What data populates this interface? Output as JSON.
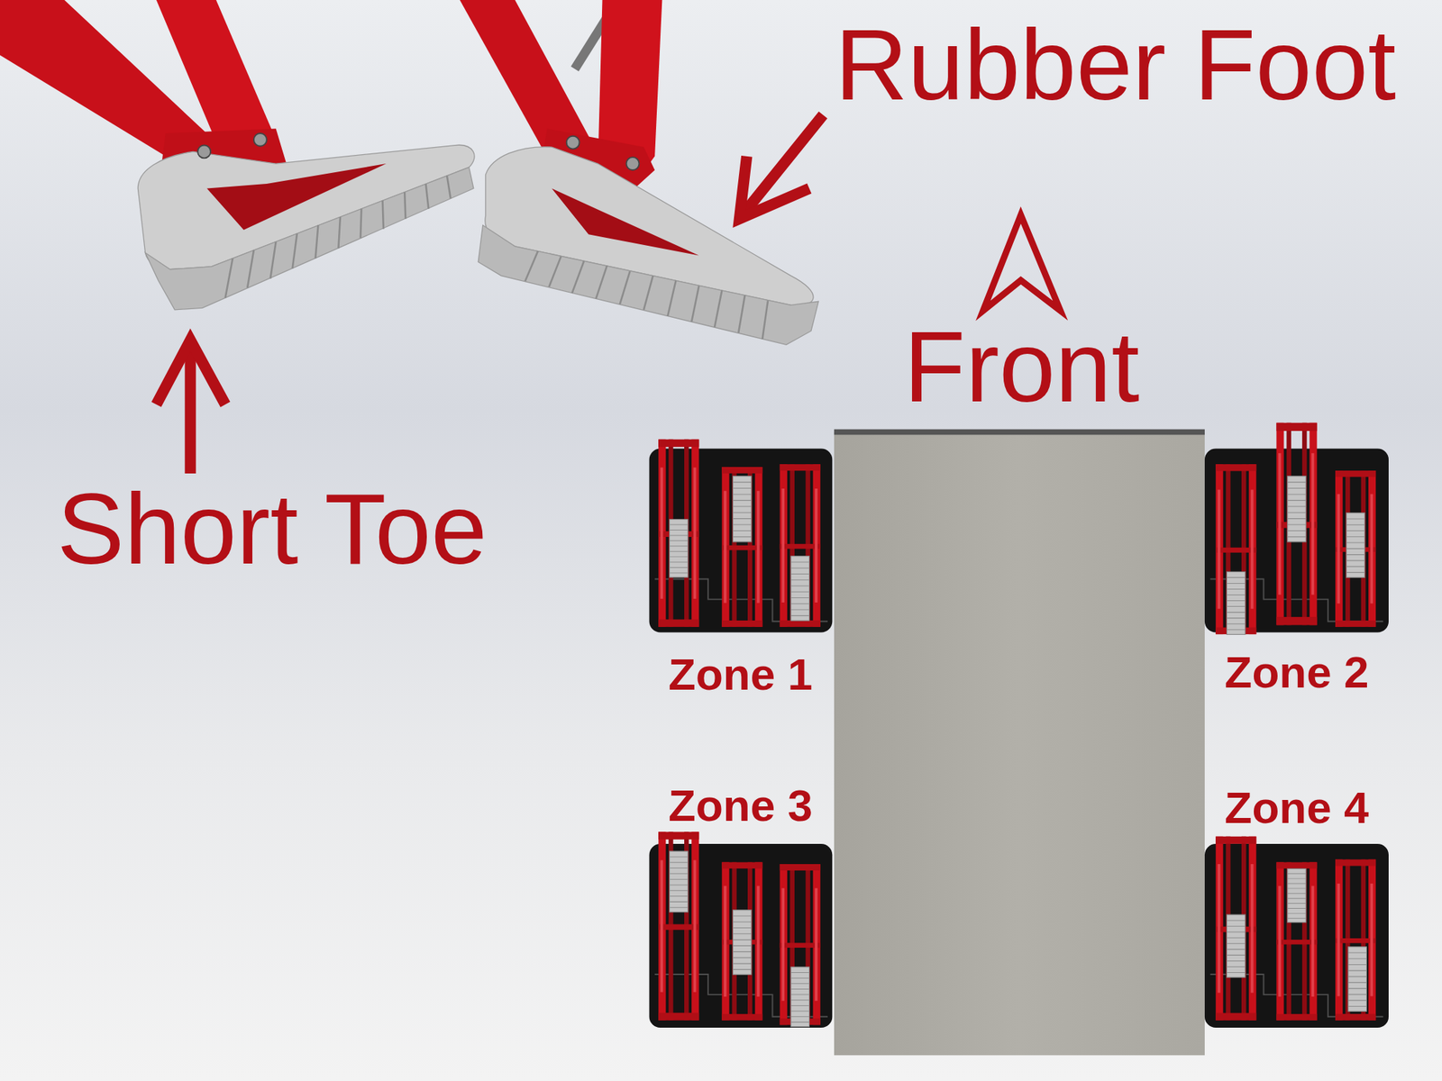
{
  "diagram": {
    "nodes": [
      {
        "text": [
          "Zone 1"
        ]
      },
      {
        "text": [
          "Zone 2"
        ]
      },
      {
        "text": [
          "Zone 3"
        ]
      },
      {
        "text": [
          "Zone 4"
        ]
      }
    ],
    "labels": [
      "Rubber Foot",
      "Front",
      "Short Toe"
    ]
  }
}
